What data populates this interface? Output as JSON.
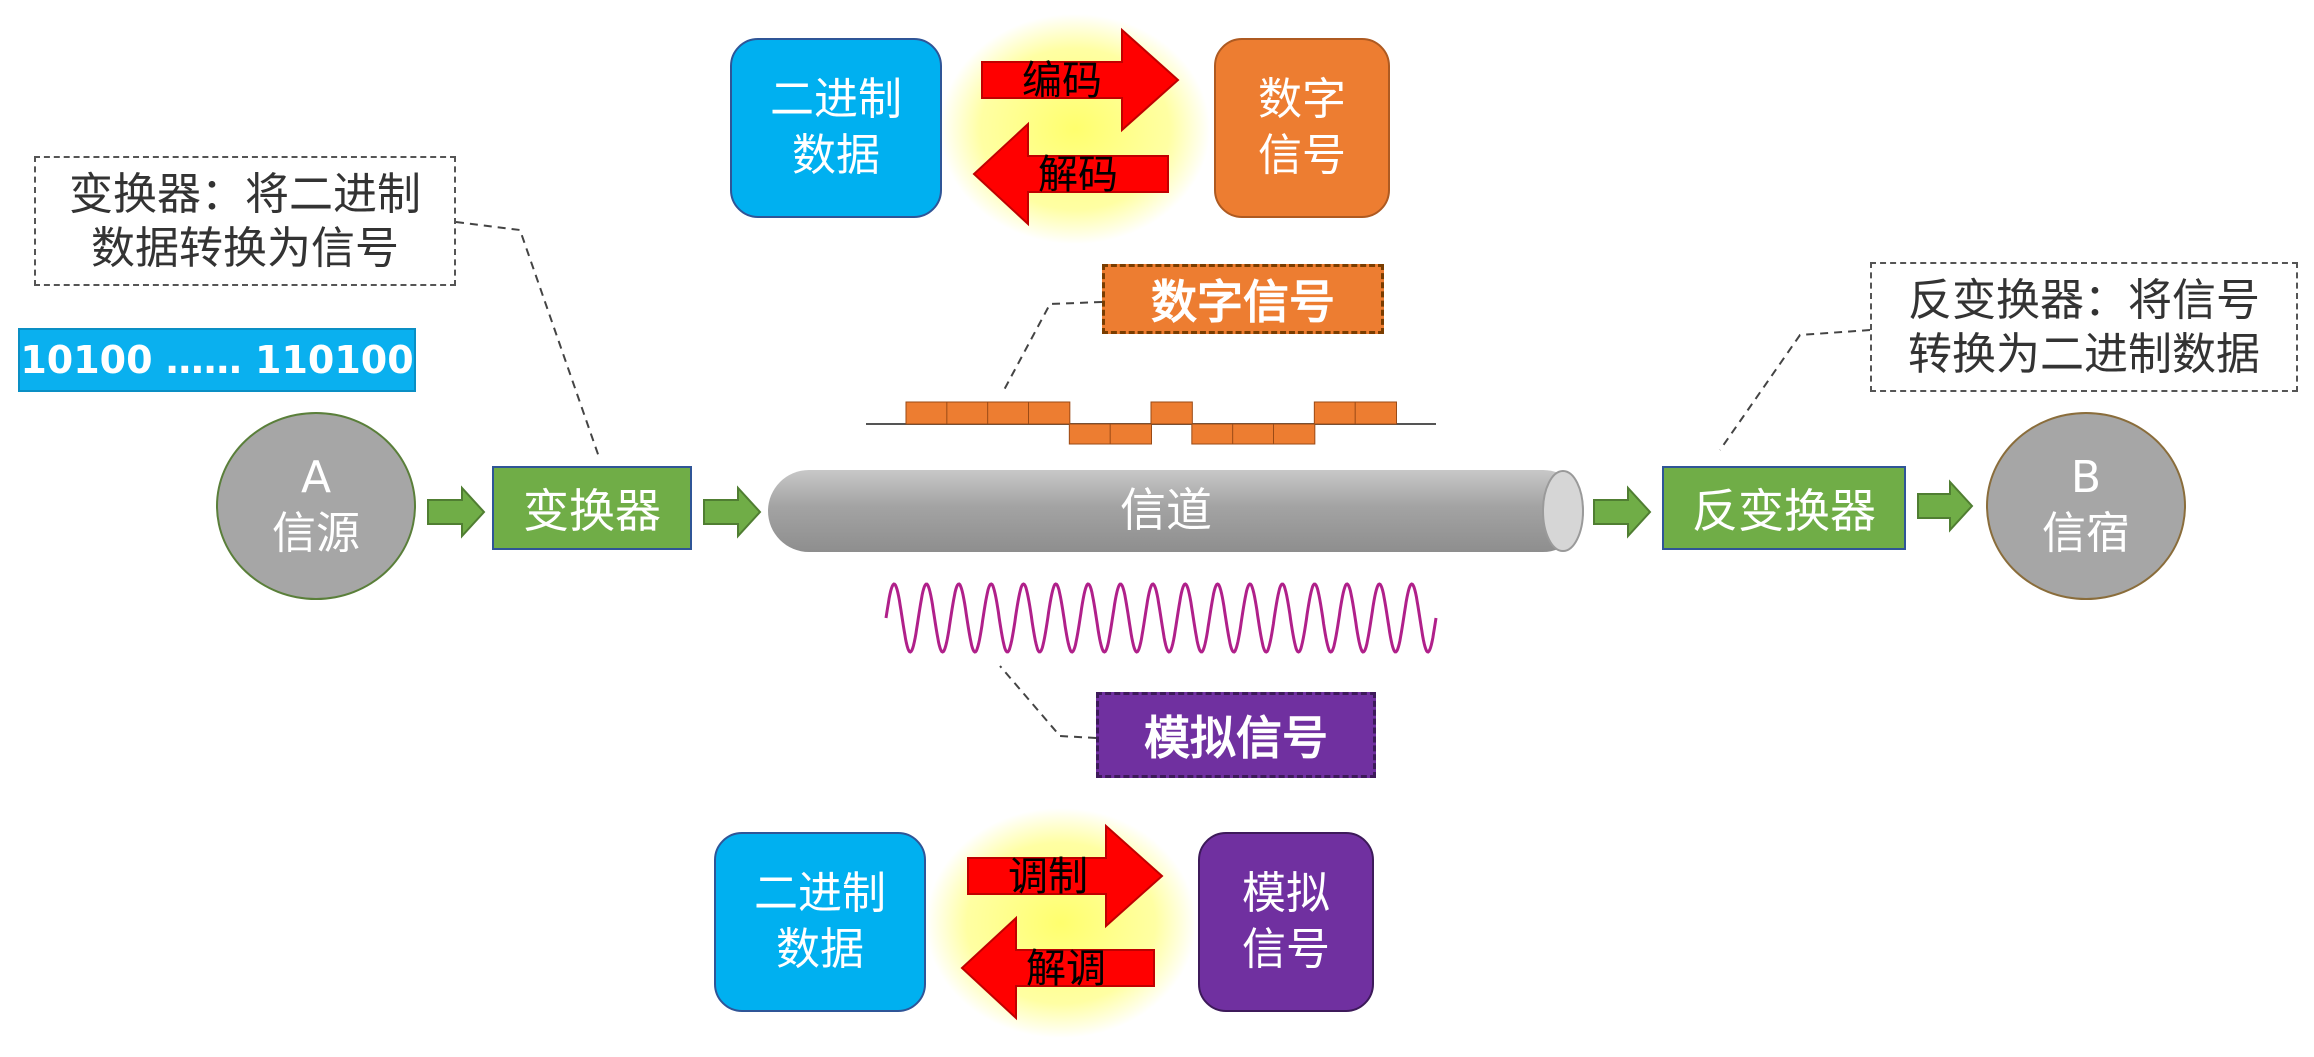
{
  "top_pair": {
    "left_tile": [
      "二进制",
      "数据"
    ],
    "right_tile": [
      "数字",
      "信号"
    ],
    "forward_label": "编码",
    "backward_label": "解码"
  },
  "bottom_pair": {
    "left_tile": [
      "二进制",
      "数据"
    ],
    "right_tile": [
      "模拟",
      "信号"
    ],
    "forward_label": "调制",
    "backward_label": "解调"
  },
  "converter_note": [
    "变换器：将二进制",
    "数据转换为信号"
  ],
  "inverse_note": [
    "反变换器：将信号",
    "转换为二进制数据"
  ],
  "bit_sequence": "10100 …… 110100",
  "source": {
    "letter": "A",
    "label": "信源"
  },
  "sink": {
    "letter": "B",
    "label": "信宿"
  },
  "converter_label": "变换器",
  "inverse_converter_label": "反变换器",
  "channel_label": "信道",
  "digital_signal_tag": "数字信号",
  "analog_signal_tag": "模拟信号",
  "digital_waveform_levels": [
    1,
    1,
    1,
    1,
    0,
    0,
    1,
    0,
    0,
    0,
    1,
    1
  ],
  "colors": {
    "blue": "#00b0f0",
    "orange": "#ed7d31",
    "purple": "#7030a0",
    "green": "#70ad47",
    "gray": "#a6a6a6",
    "red_arrow": "#ff0000",
    "glow": "#ffff66",
    "sine": "#b0208a"
  }
}
